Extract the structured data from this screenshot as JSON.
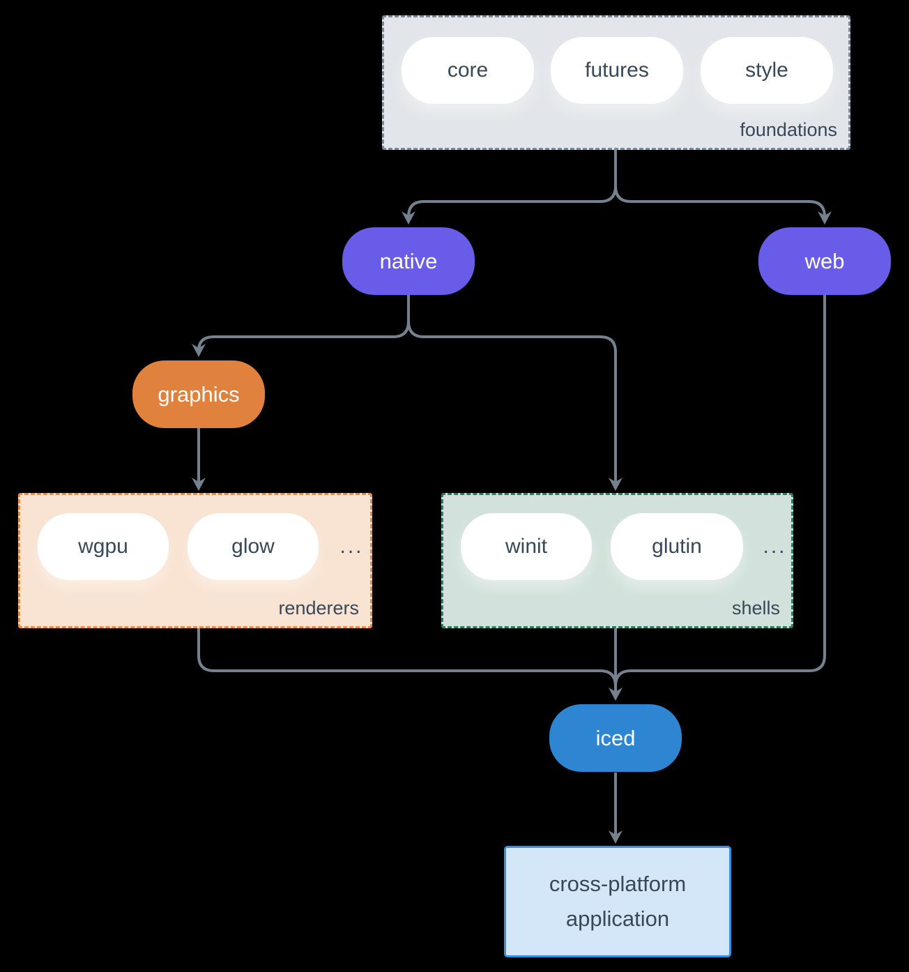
{
  "colors": {
    "bg": "#000000",
    "ink": "#374858",
    "line": "#75818e",
    "white": "#ffffff",
    "purple": "#685ce8",
    "orange": "#e0823e",
    "blue": "#2e86d3",
    "gray-fill": "#e2e6ea",
    "gray-border": "#7b8a9a",
    "peach-fill": "#f9e3d2",
    "peach-border": "#ec8b3d",
    "sage-fill": "#d2e1db",
    "sage-border": "#2d7d66",
    "app-fill": "#d4e7f8",
    "app-border": "#3b90dd"
  },
  "groups": {
    "foundations": {
      "label": "foundations",
      "pills": [
        "core",
        "futures",
        "style"
      ]
    },
    "renderers": {
      "label": "renderers",
      "pills": [
        "wgpu",
        "glow"
      ],
      "ellipsis": "..."
    },
    "shells": {
      "label": "shells",
      "pills": [
        "winit",
        "glutin"
      ],
      "ellipsis": "..."
    }
  },
  "nodes": {
    "native": {
      "label": "native"
    },
    "web": {
      "label": "web"
    },
    "graphics": {
      "label": "graphics"
    },
    "iced": {
      "label": "iced"
    },
    "application": {
      "label_lines": [
        "cross-platform",
        "application"
      ]
    }
  },
  "edges": [
    {
      "from": "foundations",
      "to": "native"
    },
    {
      "from": "foundations",
      "to": "web"
    },
    {
      "from": "native",
      "to": "graphics"
    },
    {
      "from": "native",
      "to": "shells"
    },
    {
      "from": "graphics",
      "to": "renderers"
    },
    {
      "from": "renderers",
      "to": "iced"
    },
    {
      "from": "shells",
      "to": "iced"
    },
    {
      "from": "web",
      "to": "iced"
    },
    {
      "from": "iced",
      "to": "application"
    }
  ]
}
